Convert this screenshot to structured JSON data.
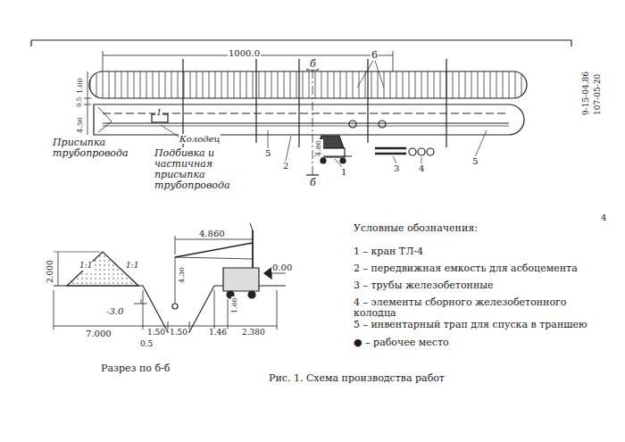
{
  "diagram": {
    "caption": "Рис. 1. Схема производства работ",
    "labels": [
      "1000.0",
      "б",
      "6",
      "1.00",
      "0.5",
      "4.50",
      "1",
      "Колодец",
      "5",
      "2",
      "4.80",
      "1",
      "3",
      "4",
      "5",
      "б",
      "Присыпка трубопровода",
      "Подбивка и частичная присыпка трубопровода",
      "9-15-04.86",
      "107-05-20",
      "4",
      "Условные обозначения:",
      "2.000",
      "1:1",
      "1:1",
      "-3.0",
      "7.000",
      "0.5",
      "1.50",
      "1.50",
      "1.46",
      "2.380",
      "4.860",
      "0.00",
      "4.30",
      "1.60",
      "Разрез по б-б"
    ],
    "legend": [
      {
        "text": "1 – кран ТЛ-4"
      },
      {
        "text": "2 – передвижная емкость для асбоцемента"
      },
      {
        "text": "3 – трубы железобетонные"
      },
      {
        "text": "4 – элементы сборного железобетонного колодца"
      },
      {
        "text": "5 – инвентарный трап для спуска в траншею"
      },
      {
        "text": "● – рабочее место"
      }
    ]
  }
}
